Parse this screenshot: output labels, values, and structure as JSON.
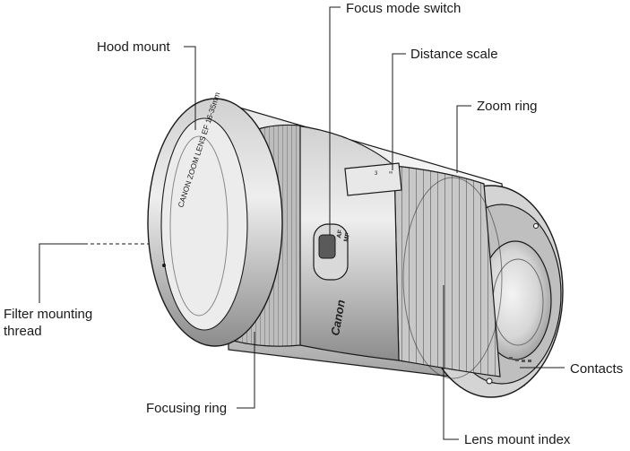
{
  "labels": {
    "focus_mode_switch": "Focus mode switch",
    "hood_mount": "Hood mount",
    "distance_scale": "Distance scale",
    "zoom_ring": "Zoom ring",
    "filter_mounting_thread_1": "Filter mounting",
    "filter_mounting_thread_2": "thread",
    "contacts": "Contacts",
    "focusing_ring": "Focusing ring",
    "lens_mount_index": "Lens mount index"
  },
  "engravings": {
    "front_ring": "CANON ZOOM LENS EF 16-35mm",
    "af": "AF",
    "mf": "MF",
    "brand": "Canon"
  },
  "colors": {
    "line": "#1a1a1a",
    "body_light": "#f2f2f2",
    "body_mid": "#c9c9c9",
    "body_dark": "#8a8a8a",
    "rubber": "#b0b0b0"
  }
}
